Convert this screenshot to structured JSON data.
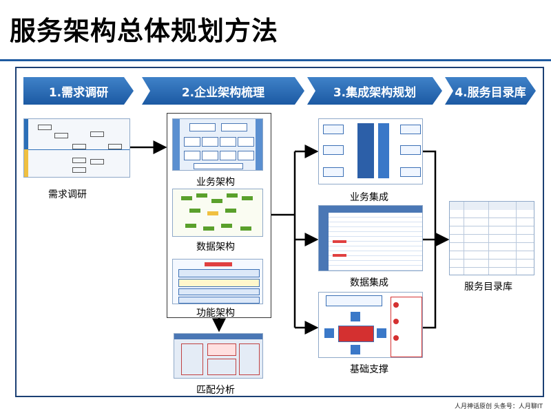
{
  "title": "服务架构总体规划方法",
  "steps": [
    {
      "label": "1.需求调研"
    },
    {
      "label": "2.企业架构梳理"
    },
    {
      "label": "3.集成架构规划"
    },
    {
      "label": "4.服务目录库"
    }
  ],
  "nodes": {
    "needs": "需求调研",
    "business_arch": "业务架构",
    "data_arch": "数据架构",
    "func_arch": "功能架构",
    "match": "匹配分析",
    "biz_integration": "业务集成",
    "data_integration": "数据集成",
    "infra": "基础支撑",
    "catalog": "服务目录库"
  },
  "footer": "人月神话原创   头条号：人月聊IT",
  "colors": {
    "accent": "#1e5aa0",
    "chevron": "#2a6db8",
    "frame": "#1b3f73"
  }
}
